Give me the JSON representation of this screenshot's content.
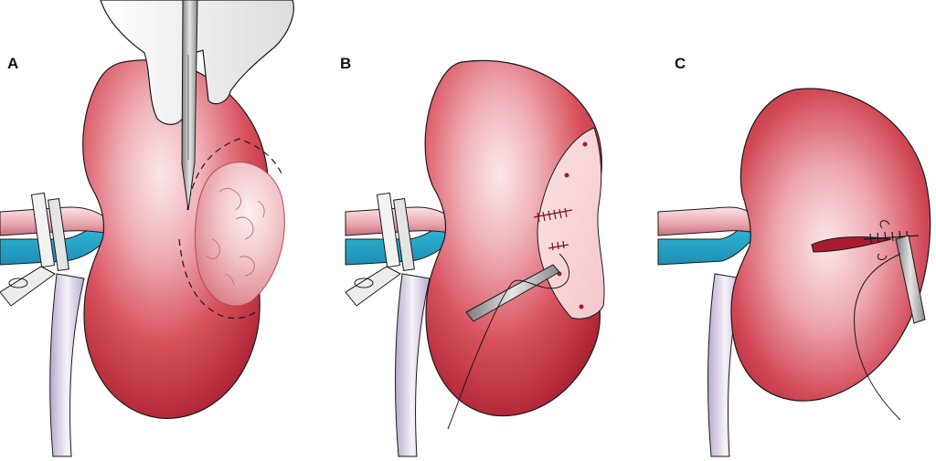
{
  "panels": [
    {
      "label": "A"
    },
    {
      "label": "B"
    },
    {
      "label": "C"
    }
  ],
  "colors": {
    "kidney_light": "#f6d3d6",
    "kidney_mid": "#d9535f",
    "kidney_dark": "#a61c2e",
    "vessel_blue": "#2eb3d6",
    "vessel_pink": "#e9a5ad",
    "ureter": "#cfc3dc",
    "glove": "#ececec",
    "outline": "#1a1a1a"
  }
}
